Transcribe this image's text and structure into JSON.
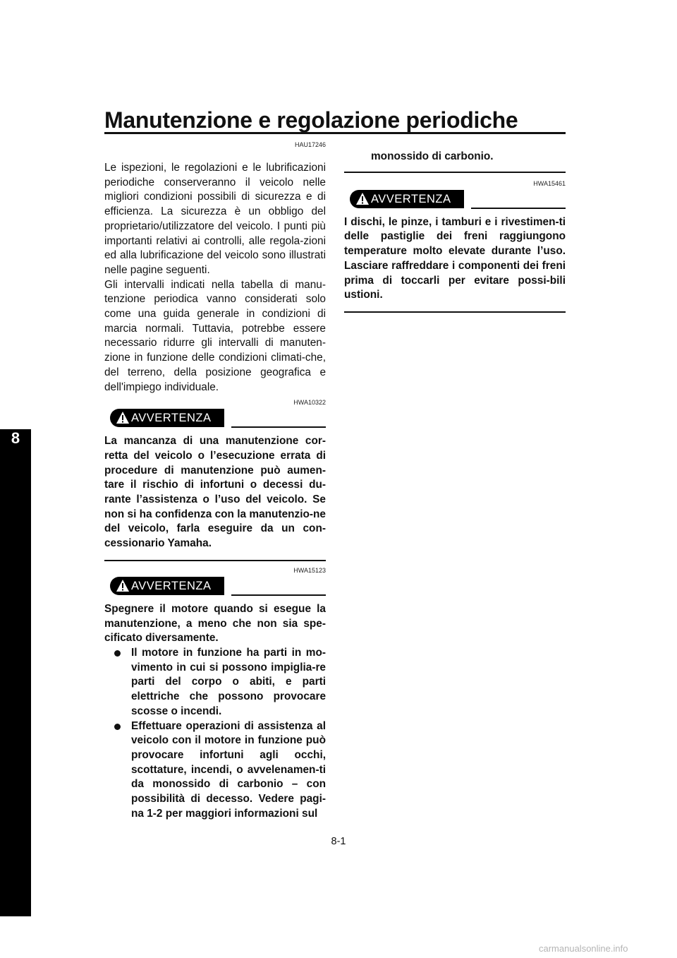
{
  "header": {
    "title": "Manutenzione e regolazione periodiche"
  },
  "chapter_tab": "8",
  "left_column": {
    "code1": "HAU17246",
    "intro_p1": "Le ispezioni, le regolazioni e le lubrificazioni periodiche conserveranno il veicolo nelle migliori condizioni possibili di sicurezza e di efficienza. La sicurezza è un obbligo del proprietario/utilizzatore del veicolo. I punti più importanti relativi ai controlli, alle regola-zioni ed alla lubrificazione del veicolo sono illustrati nelle pagine seguenti.",
    "intro_p2": "Gli intervalli indicati nella tabella di manu-tenzione periodica vanno considerati solo come una guida generale in condizioni di marcia normali. Tuttavia, potrebbe essere necessario ridurre gli intervalli di manuten-zione in funzione delle condizioni climati-che, del terreno, della posizione geografica e dell'impiego individuale.",
    "code2": "HWA10322",
    "warning_label": "AVVERTENZA",
    "warning1_text": "La mancanza di una manutenzione cor-retta del veicolo o l’esecuzione errata di procedure di manutenzione può aumen-tare il rischio di infortuni o decessi du-rante l’assistenza o l’uso del veicolo. Se non si ha confidenza con la manutenzio-ne del veicolo, farla eseguire da un con-cessionario Yamaha.",
    "code3": "HWA15123",
    "warning2_text": "Spegnere il motore quando si esegue la manutenzione, a meno che non sia spe-cificato diversamente.",
    "bullets": [
      "Il motore in funzione ha parti in mo-vimento in cui si possono impiglia-re parti del corpo o abiti, e parti elettriche che possono provocare scosse o incendi.",
      "Effettuare operazioni di assistenza al veicolo con il motore in funzione può provocare infortuni agli occhi, scottature, incendi, o avvelenamen-ti da monossido di carbonio – con possibilità di decesso. Vedere pagi-na 1-2 per maggiori informazioni sul"
    ]
  },
  "right_column": {
    "continued_text": "monossido di carbonio.",
    "code4": "HWA15461",
    "warning_label": "AVVERTENZA",
    "warning3_text": "I dischi, le pinze, i tamburi e i rivestimen-ti delle pastiglie dei freni raggiungono temperature molto elevate durante l’uso. Lasciare raffreddare i componenti dei freni prima di toccarli per evitare possi-bili ustioni."
  },
  "footer": {
    "page_number": "8-1"
  },
  "watermark": "carmanualsonline.info"
}
